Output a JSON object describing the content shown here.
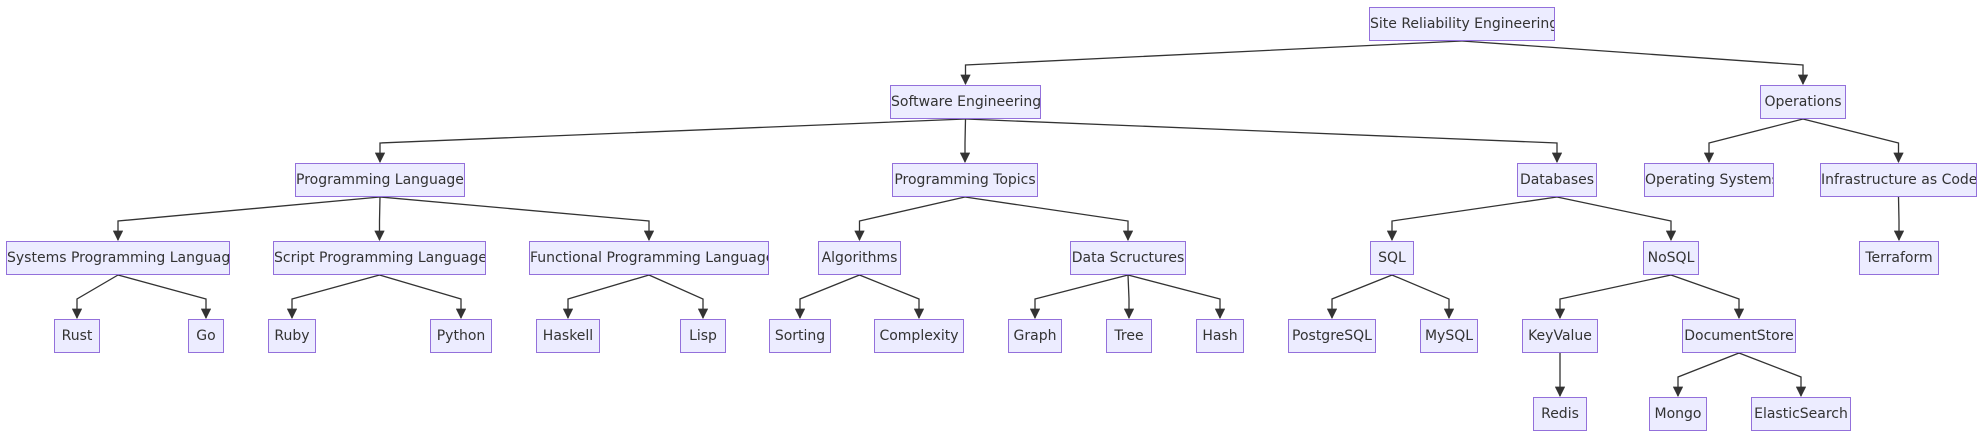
{
  "diagram": {
    "colors": {
      "node_fill": "#ececff",
      "node_border": "#9370db",
      "edge": "#333333",
      "text": "#333333"
    },
    "nodes": {
      "sre": "Site Reliability Engineering",
      "softeng": "Software Engineering",
      "ops": "Operations",
      "proglang": "Programming Languages",
      "progtopics": "Programming Topics",
      "databases": "Databases",
      "opsys": "Operating Systems",
      "iac": "Infrastructure as Code",
      "syslang": "Systems Programming Languages",
      "scriptlang": "Script Programming Languages",
      "funclang": "Functional Programming Languages",
      "algorithms": "Algorithms",
      "datastruct": "Data Scructures",
      "sql": "SQL",
      "nosql": "NoSQL",
      "terraform": "Terraform",
      "rust": "Rust",
      "go": "Go",
      "ruby": "Ruby",
      "python": "Python",
      "haskell": "Haskell",
      "lisp": "Lisp",
      "sorting": "Sorting",
      "complexity": "Complexity",
      "graph": "Graph",
      "tree": "Tree",
      "hash": "Hash",
      "postgresql": "PostgreSQL",
      "mysql": "MySQL",
      "keyvalue": "KeyValue",
      "documentstore": "DocumentStore",
      "redis": "Redis",
      "mongo": "Mongo",
      "elasticsearch": "ElasticSearch"
    },
    "edges": [
      [
        "sre",
        "softeng"
      ],
      [
        "sre",
        "ops"
      ],
      [
        "softeng",
        "proglang"
      ],
      [
        "softeng",
        "progtopics"
      ],
      [
        "softeng",
        "databases"
      ],
      [
        "ops",
        "opsys"
      ],
      [
        "ops",
        "iac"
      ],
      [
        "proglang",
        "syslang"
      ],
      [
        "proglang",
        "scriptlang"
      ],
      [
        "proglang",
        "funclang"
      ],
      [
        "progtopics",
        "algorithms"
      ],
      [
        "progtopics",
        "datastruct"
      ],
      [
        "databases",
        "sql"
      ],
      [
        "databases",
        "nosql"
      ],
      [
        "iac",
        "terraform"
      ],
      [
        "syslang",
        "rust"
      ],
      [
        "syslang",
        "go"
      ],
      [
        "scriptlang",
        "ruby"
      ],
      [
        "scriptlang",
        "python"
      ],
      [
        "funclang",
        "haskell"
      ],
      [
        "funclang",
        "lisp"
      ],
      [
        "algorithms",
        "sorting"
      ],
      [
        "algorithms",
        "complexity"
      ],
      [
        "datastruct",
        "graph"
      ],
      [
        "datastruct",
        "tree"
      ],
      [
        "datastruct",
        "hash"
      ],
      [
        "sql",
        "postgresql"
      ],
      [
        "sql",
        "mysql"
      ],
      [
        "nosql",
        "keyvalue"
      ],
      [
        "nosql",
        "documentstore"
      ],
      [
        "keyvalue",
        "redis"
      ],
      [
        "documentstore",
        "mongo"
      ],
      [
        "documentstore",
        "elasticsearch"
      ]
    ]
  }
}
